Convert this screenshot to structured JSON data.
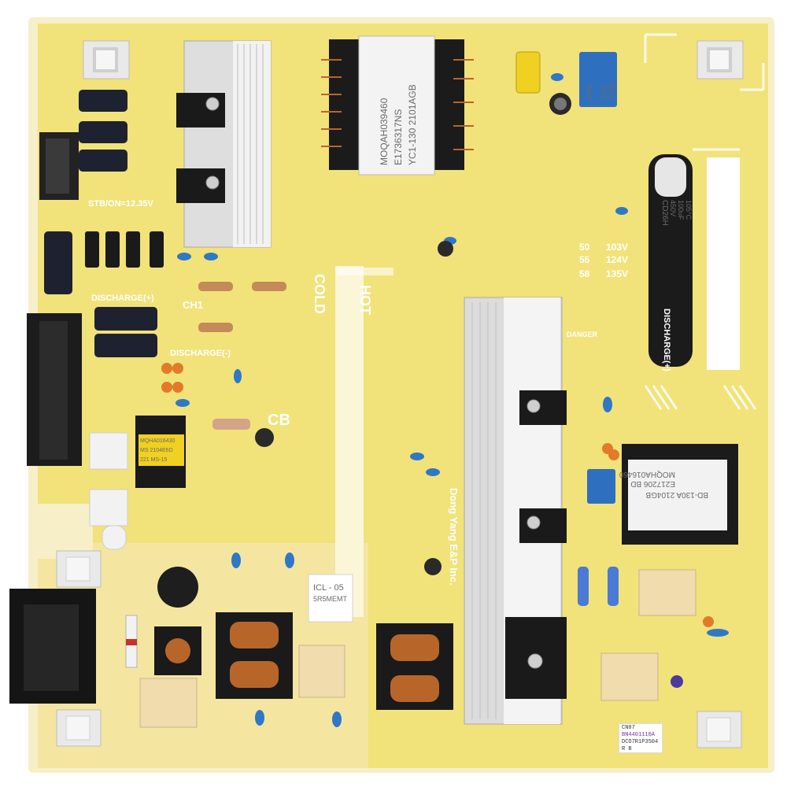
{
  "board": {
    "label_cold": "COLD",
    "label_hot": "HOT",
    "label_cb": "CB",
    "label_ch1": "CH1",
    "label_discharge_plus": "DISCHARGE(+)",
    "label_discharge_minus": "DISCHARGE(-)",
    "label_discharge_right": "DISCHARGE(+)",
    "label_stb": "STB/ON=12.35V",
    "label_danger": "DANGER",
    "label_manufacturer": "Dong Yang E&P Inc."
  },
  "voltage_table": [
    {
      "size": "50",
      "volts": "103V"
    },
    {
      "size": "55",
      "volts": "124V"
    },
    {
      "size": "58",
      "volts": "135V"
    }
  ],
  "transformer_main": {
    "line1": "MOQAH039460",
    "line2": "E1736317NS",
    "line3": "YC1-130 2101AGB"
  },
  "transformer_right": {
    "line1": "MOQHA016460",
    "line2": "E217206 BD",
    "line3": "BD-130A 2104GB"
  },
  "coil_label": {
    "line1": "MQHA016430",
    "line2": "MS 2104E6D",
    "line3": "221 MS-15"
  },
  "icl_label": {
    "line1": "ICL - 05",
    "line2": "5R5MEMT"
  },
  "big_capacitor": {
    "line1": "CD26H",
    "line2": "450V",
    "line3": "100uF",
    "line4": "105°C"
  },
  "blue_cap": {
    "line1": "333J",
    "line2": "1250V",
    "line3": "BHDS"
  },
  "sticker": {
    "line1": "CN07",
    "line2": "BN4401110A",
    "line3": "DCO7R1P3504",
    "line4": "R B"
  },
  "colors": {
    "board": "#f1e27a",
    "board_edge": "#f6efc8",
    "heatsink": "#d8d8d8",
    "silk": "#ffffff",
    "cap_dark": "#1e2230",
    "cap_blue": "#2f6fc0",
    "copper": "#b8652a"
  }
}
